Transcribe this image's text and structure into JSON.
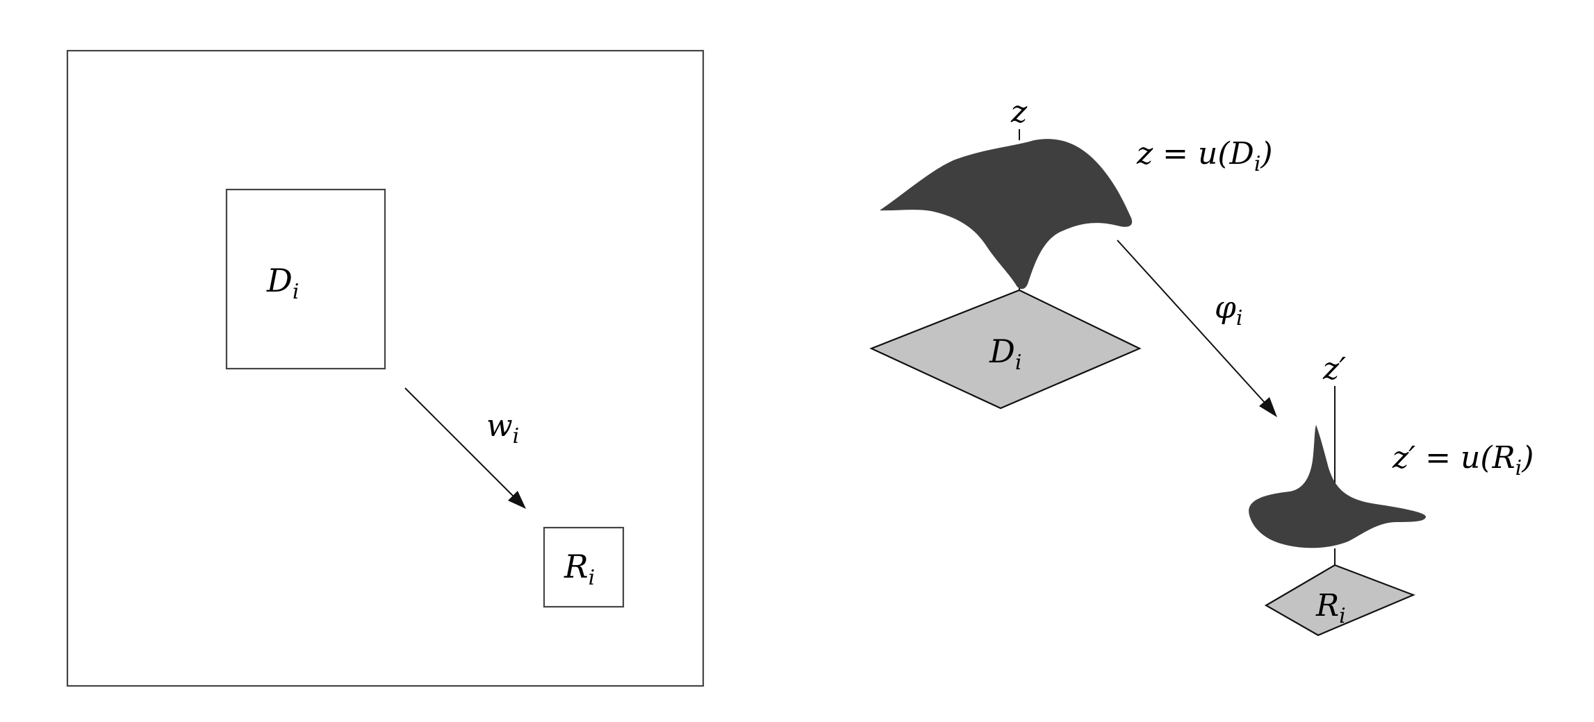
{
  "left_panel": {
    "domain_label": "D",
    "domain_sub": "i",
    "range_label": "R",
    "range_sub": "i",
    "map_label": "w",
    "map_sub": "i"
  },
  "right_panel": {
    "top_axis_label": "z",
    "top_surface_eq_lhs": "z = u(D",
    "top_surface_eq_sub": "i",
    "top_surface_eq_close": ")",
    "top_plane_label": "D",
    "top_plane_sub": "i",
    "map_label": "φ",
    "map_sub": "i",
    "bottom_axis_label": "z′",
    "bottom_surface_eq_lhs": "z′ = u(R",
    "bottom_surface_eq_sub": "i",
    "bottom_surface_eq_close": ")",
    "bottom_plane_label": "R",
    "bottom_plane_sub": "i"
  }
}
